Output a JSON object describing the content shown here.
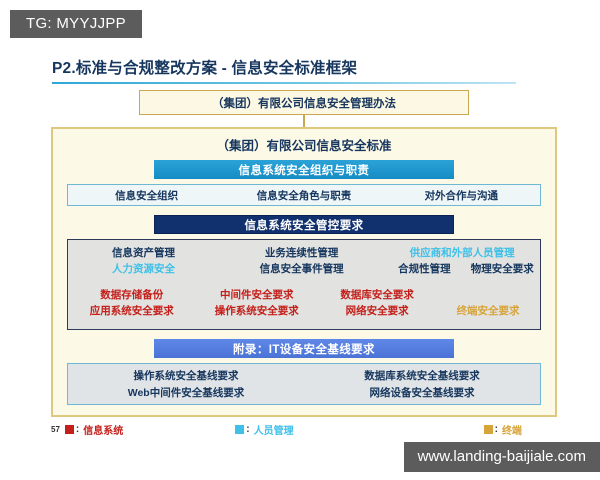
{
  "watermarks": {
    "tg_badge": "TG: MYYJJPP",
    "site_badge": "www.landing-baijiale.com"
  },
  "slide": {
    "title": "P2.标准与合规整改方案 - 信息安全标准框架",
    "page_number": "57",
    "policy_box": "（集团）有限公司信息安全管理办法",
    "frame_title": "（集团）有限公司信息安全标准",
    "sections": {
      "organization": {
        "band_label": "信息系统安全组织与职责",
        "items": [
          "信息安全组织",
          "信息安全角色与职责",
          "对外合作与沟通"
        ]
      },
      "control": {
        "band_label": "信息系统安全管控要求",
        "row1": [
          {
            "text": "信息资产管理",
            "color": "navy"
          },
          {
            "text": "业务连续性管理",
            "color": "navy"
          },
          {
            "text": "供应商和外部人员管理",
            "color": "cyan"
          }
        ],
        "row2": [
          {
            "text": "人力资源安全",
            "color": "cyan"
          },
          {
            "text": "信息安全事件管理",
            "color": "navy"
          },
          {
            "text": "合规性管理",
            "color": "navy"
          },
          {
            "text": "物理安全要求",
            "color": "navy"
          }
        ],
        "row3": [
          {
            "text": "数据存储备份",
            "color": "red"
          },
          {
            "text": "中间件安全要求",
            "color": "red"
          },
          {
            "text": "数据库安全要求",
            "color": "red"
          },
          {
            "text": "",
            "color": "red"
          }
        ],
        "row4": [
          {
            "text": "应用系统安全要求",
            "color": "red"
          },
          {
            "text": "操作系统安全要求",
            "color": "red"
          },
          {
            "text": "网络安全要求",
            "color": "red"
          },
          {
            "text": "终端安全要求",
            "color": "orange"
          }
        ]
      },
      "appendix": {
        "band_label": "附录：IT设备安全基线要求",
        "row1": [
          "操作系统安全基线要求",
          "数据库系统安全基线要求"
        ],
        "row2": [
          "Web中间件安全基线要求",
          "网络设备安全基线要求"
        ]
      }
    },
    "legend": [
      {
        "label": "信息系统",
        "color": "#c4201b"
      },
      {
        "label": "人员管理",
        "color": "#3ec0e8"
      },
      {
        "label": "终端",
        "color": "#d7a43a"
      }
    ]
  }
}
